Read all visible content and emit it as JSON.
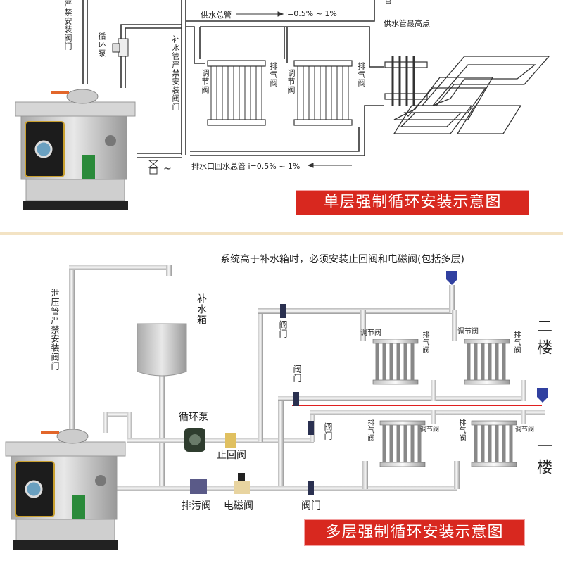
{
  "single_floor": {
    "title": "单层强制循环安装示意图",
    "labels": {
      "no_valve_left": "严禁安装阀门",
      "pump": "循环泵",
      "makeup_pipe": "补水管严禁安装阀门",
      "supply_main": "供水总管",
      "supply_slope": "i=0.5% ~ 1%",
      "pipe_char": "管",
      "highest_point": "供水管最高点",
      "reg_valve": "调节阀",
      "vent_valve": "排气阀",
      "return_main": "排水口回水总管 i=0.5% ~ 1%",
      "drain_symbol": "~"
    }
  },
  "multi_floor": {
    "title": "多层强制循环安装示意图",
    "note": "系统高于补水箱时，必须安装止回阀和电磁阀(包括多层)",
    "labels": {
      "relief_pipe": "泄压管严禁安装阀门",
      "tank": "补水箱",
      "pump": "循环泵",
      "check_valve": "止回阀",
      "drain_valve": "排污阀",
      "solenoid_valve": "电磁阀",
      "valve": "阀门",
      "reg_valve": "调节阀",
      "vent_valve": "排气阀",
      "floor2": "二楼",
      "floor1": "一楼"
    }
  },
  "colors": {
    "banner": "#d8281f",
    "divider": "#f3e3c4",
    "pipe": "#333333",
    "red_line": "#e02020"
  }
}
